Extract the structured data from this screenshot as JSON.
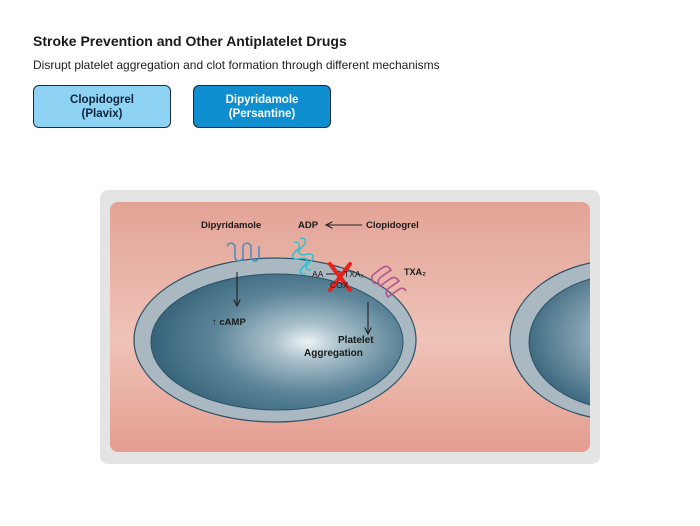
{
  "header": {
    "title": "Stroke Prevention and Other Antiplatelet Drugs",
    "subtitle": "Disrupt platelet aggregation and clot formation through different mechanisms"
  },
  "buttons": [
    {
      "line1": "Clopidogrel",
      "line2": "(Plavix)"
    },
    {
      "line1": "Dipyridamole",
      "line2": "(Persantine)"
    }
  ],
  "diagram": {
    "dipyridamole_label": "Dipyridamole",
    "adp_label": "ADP",
    "clopidogrel_label": "Clopidogrel",
    "aa_label": "AA",
    "txa2_inner_label": "TXA₂",
    "cox_label": "COX",
    "txa2_receptor_label": "TXA₂",
    "camp_label": "↑ cAMP",
    "platelet_label_1": "Platelet",
    "platelet_label_2": "Aggregation"
  },
  "colors": {
    "vessel": "#e4a89d",
    "membrane": "#aab8c2",
    "cell_dark": "#3f6f86",
    "cell_light": "#dfe8ec",
    "cox_cross": "#e8231c",
    "adp_receptor": "#33c2cf",
    "dipy_receptor": "#4d8fbf",
    "txa2_receptor": "#b0568f",
    "button_clopidogrel": "#8fd3f4",
    "button_dipyridamole": "#0f8fd0"
  }
}
